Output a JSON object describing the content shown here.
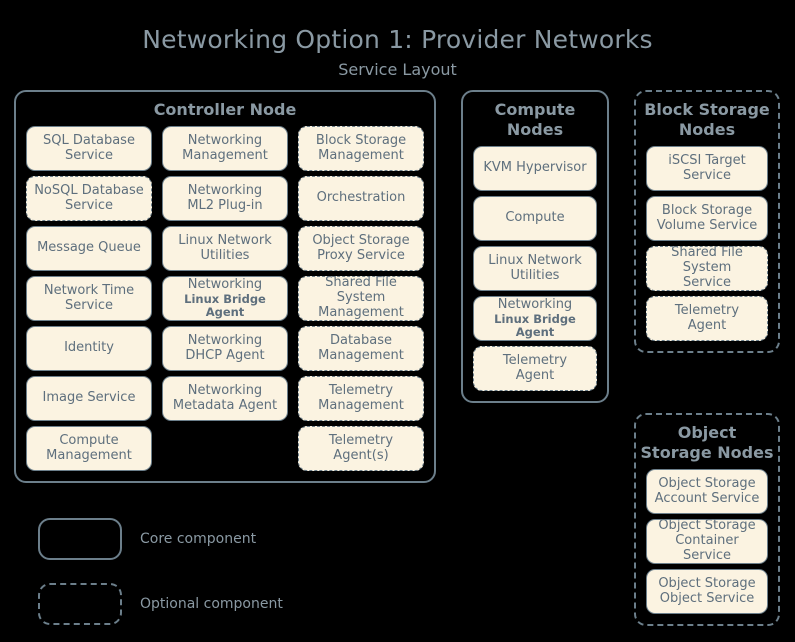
{
  "header": {
    "title": "Networking Option 1: Provider Networks",
    "subtitle": "Service Layout"
  },
  "nodes": {
    "controller": {
      "title": "Controller Node",
      "border": "solid",
      "columns": [
        [
          {
            "line1": "SQL Database",
            "line2": "Service",
            "style": "solid"
          },
          {
            "line1": "NoSQL Database",
            "line2": "Service",
            "style": "dashed"
          },
          {
            "line1": "Message Queue",
            "line2": "",
            "style": "solid"
          },
          {
            "line1": "Network Time",
            "line2": "Service",
            "style": "solid"
          },
          {
            "line1": "Identity",
            "line2": "",
            "style": "solid"
          },
          {
            "line1": "Image Service",
            "line2": "",
            "style": "solid"
          },
          {
            "line1": "Compute",
            "line2": "Management",
            "style": "solid"
          }
        ],
        [
          {
            "line1": "Networking",
            "line2": "Management",
            "style": "solid"
          },
          {
            "line1": "Networking",
            "line2": "ML2 Plug-in",
            "style": "solid"
          },
          {
            "line1": "Linux Network",
            "line2": "Utilities",
            "style": "solid"
          },
          {
            "line1": "Networking",
            "line2": "Linux Bridge Agent",
            "style": "solid",
            "bold2": true
          },
          {
            "line1": "Networking",
            "line2": "DHCP Agent",
            "style": "solid"
          },
          {
            "line1": "Networking",
            "line2": "Metadata Agent",
            "style": "solid"
          },
          {
            "line1": "",
            "line2": "",
            "style": "empty"
          }
        ],
        [
          {
            "line1": "Block Storage",
            "line2": "Management",
            "style": "dashed"
          },
          {
            "line1": "Orchestration",
            "line2": "",
            "style": "dashed"
          },
          {
            "line1": "Object Storage",
            "line2": "Proxy Service",
            "style": "dashed"
          },
          {
            "line1": "Shared File System",
            "line2": "Management",
            "style": "dashed"
          },
          {
            "line1": "Database",
            "line2": "Management",
            "style": "dashed"
          },
          {
            "line1": "Telemetry",
            "line2": "Management",
            "style": "dashed"
          },
          {
            "line1": "Telemetry",
            "line2": "Agent(s)",
            "style": "dashed"
          }
        ]
      ]
    },
    "compute": {
      "title": "Compute\nNodes",
      "title_line1": "Compute",
      "title_line2": "Nodes",
      "border": "solid",
      "services": [
        {
          "line1": "KVM Hypervisor",
          "line2": "",
          "style": "solid"
        },
        {
          "line1": "Compute",
          "line2": "",
          "style": "solid"
        },
        {
          "line1": "Linux Network",
          "line2": "Utilities",
          "style": "solid"
        },
        {
          "line1": "Networking",
          "line2": "Linux Bridge Agent",
          "style": "solid",
          "bold2": true
        },
        {
          "line1": "Telemetry",
          "line2": "Agent",
          "style": "dashed"
        }
      ]
    },
    "block_storage": {
      "title_line1": "Block Storage",
      "title_line2": "Nodes",
      "border": "dashed",
      "services": [
        {
          "line1": "iSCSI Target",
          "line2": "Service",
          "style": "solid"
        },
        {
          "line1": "Block Storage",
          "line2": "Volume Service",
          "style": "solid"
        },
        {
          "line1": "Shared File System",
          "line2": "Service",
          "style": "dashed"
        },
        {
          "line1": "Telemetry",
          "line2": "Agent",
          "style": "dashed"
        }
      ]
    },
    "object_storage": {
      "title_line1": "Object",
      "title_line2": "Storage Nodes",
      "border": "dashed",
      "services": [
        {
          "line1": "Object Storage",
          "line2": "Account Service",
          "style": "solid"
        },
        {
          "line1": "Object Storage",
          "line2": "Container Service",
          "style": "solid"
        },
        {
          "line1": "Object Storage",
          "line2": "Object Service",
          "style": "solid"
        }
      ]
    }
  },
  "legend": {
    "core_label": "Core component",
    "optional_label": "Optional component"
  },
  "colors": {
    "background": "#000000",
    "box_fill": "#fbf3e1",
    "border": "#6c7f8b",
    "title_text": "#8a99a3",
    "box_text": "#5e6f7d"
  }
}
